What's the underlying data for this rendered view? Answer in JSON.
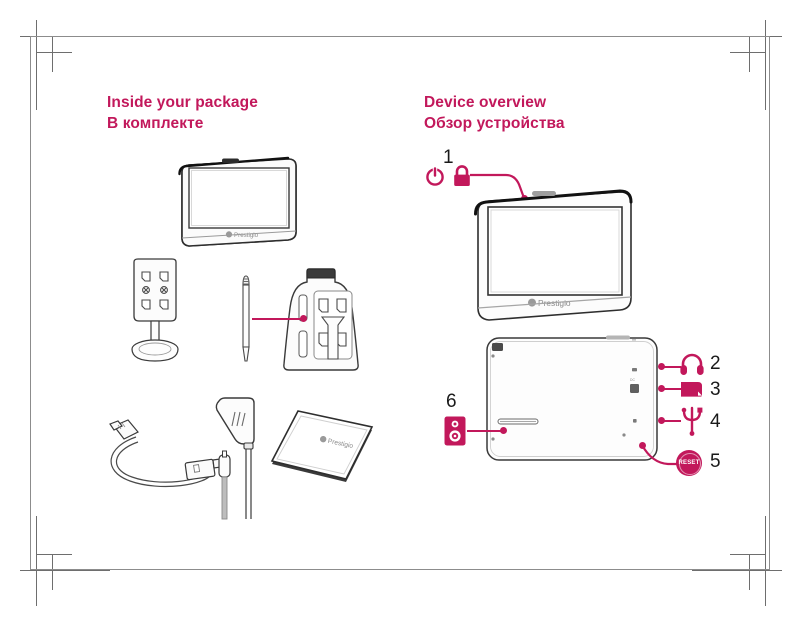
{
  "document": {
    "type": "quick-start-guide-page",
    "brand": "Prestigio",
    "accent_color": "#C2185B",
    "line_color": "#3a3a3a",
    "page_background": "#ffffff"
  },
  "sections": {
    "package": {
      "title_en": "Inside your package",
      "title_ru": "В комплекте",
      "items": [
        {
          "name": "navigator-device",
          "label_icon": "gps-device"
        },
        {
          "name": "suction-car-mount",
          "label_icon": "car-mount"
        },
        {
          "name": "stylus",
          "label_icon": "stylus-pen"
        },
        {
          "name": "device-cradle",
          "label_icon": "cradle-holder"
        },
        {
          "name": "usb-cable",
          "label_icon": "usb-cable"
        },
        {
          "name": "car-charger",
          "label_icon": "car-charger"
        },
        {
          "name": "quick-start-manual",
          "label_icon": "manual-booklet"
        }
      ]
    },
    "overview": {
      "title_en": "Device overview",
      "title_ru": "Обзор устройства",
      "callouts": [
        {
          "number": "1",
          "icons": [
            "power-icon",
            "lock-icon"
          ]
        },
        {
          "number": "2",
          "icons": [
            "headphone-icon"
          ]
        },
        {
          "number": "3",
          "icons": [
            "memory-card-icon"
          ]
        },
        {
          "number": "4",
          "icons": [
            "usb-icon"
          ]
        },
        {
          "number": "5",
          "icons": [
            "reset-button-icon"
          ],
          "badge_label": "RESET"
        },
        {
          "number": "6",
          "icons": [
            "speaker-icon"
          ]
        }
      ]
    }
  },
  "device": {
    "front_logo": "Prestigio",
    "manual_logo": "Prestigio"
  }
}
